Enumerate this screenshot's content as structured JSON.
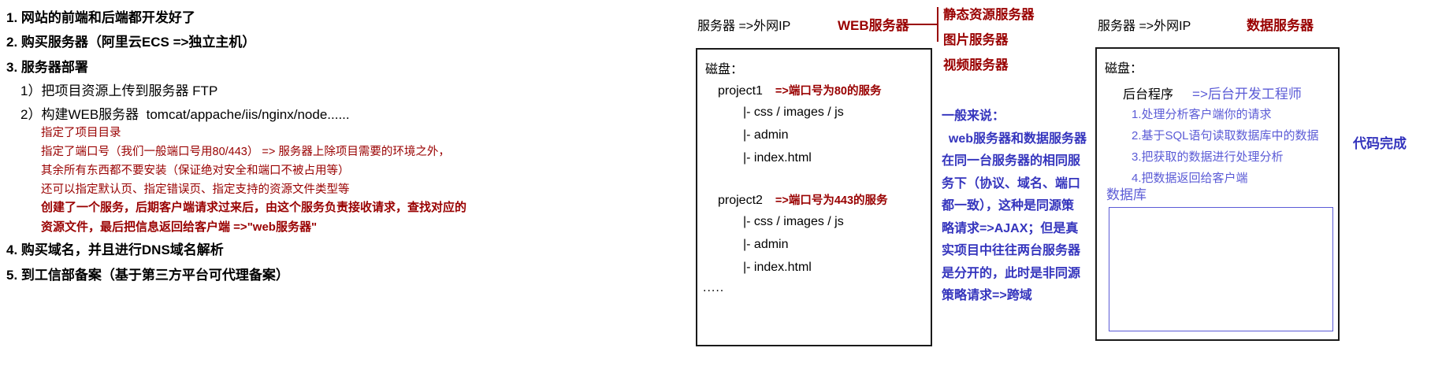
{
  "colors": {
    "dark_red": "#990000",
    "blue_bold": "#3434bd",
    "blue_light": "#5b5bd6",
    "border_black": "#1a1a1a"
  },
  "left_outline": {
    "main_items": [
      "1. 网站的前端和后端都开发好了",
      "2. 购买服务器（阿里云ECS =>独立主机）",
      "3. 服务器部署"
    ],
    "sub_items": [
      "1）把项目资源上传到服务器 FTP",
      "2）构建WEB服务器  tomcat/appache/iis/nginx/node......"
    ],
    "red_notes": [
      "指定了项目目录",
      "指定了端口号（我们一般端口号用80/443） => 服务器上除项目需要的环境之外，",
      "其余所有东西都不要安装（保证绝对安全和端口不被占用等）",
      "还可以指定默认页、指定错误页、指定支持的资源文件类型等"
    ],
    "red_notes_bold": [
      "创建了一个服务，后期客户端请求过来后，由这个服务负责接收请求，查找对应的",
      "资源文件，最后把信息返回给客户端 =>\"web服务器\""
    ],
    "tail_items": [
      "4. 购买域名，并且进行DNS域名解析",
      "5. 到工信部备案（基于第三方平台可代理备案）"
    ]
  },
  "web_server_section": {
    "header": "服务器 =>外网IP",
    "title": "WEB服务器",
    "branches": [
      "静态资源服务器",
      "图片服务器",
      "视频服务器"
    ],
    "disk_label": "磁盘：",
    "projects": [
      {
        "name": "project1",
        "note": "=>端口号为80的服务",
        "children": [
          "|- css / images / js",
          "|- admin",
          "|- index.html"
        ]
      },
      {
        "name": "project2",
        "note": "=>端口号为443的服务",
        "children": [
          "|- css / images / js",
          "|- admin",
          "|- index.html"
        ]
      }
    ],
    "ellipsis": "....."
  },
  "same_origin_note": {
    "lines": [
      "一般来说：",
      "  web服务器和数据服务器",
      "在同一台服务器的相同服",
      "务下（协议、域名、端口",
      "都一致），这种是同源策",
      "略请求=>AJAX；但是真",
      "实项目中往往两台服务器",
      "是分开的，此时是非同源",
      "策略请求=>跨域"
    ]
  },
  "data_server_section": {
    "header": "服务器 =>外网IP",
    "title": "数据服务器",
    "disk_label": "磁盘：",
    "program_name": "后台程序",
    "program_note": "=>后台开发工程师",
    "steps": [
      "1.处理分析客户端你的请求",
      "2.基于SQL语句读取数据库中的数据",
      "3.把获取的数据进行处理分析",
      "4.把数据返回给客户端"
    ],
    "database_label": "数据库",
    "done_note": "代码完成"
  }
}
